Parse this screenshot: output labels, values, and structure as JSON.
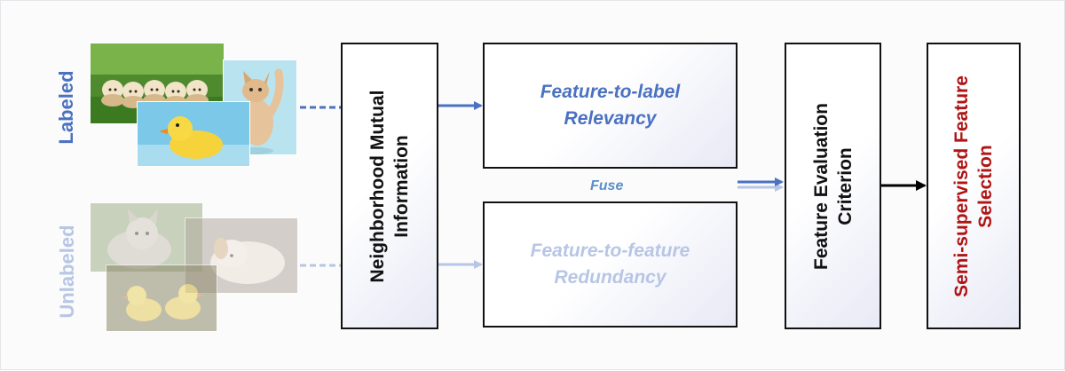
{
  "inputs": {
    "labeled_label": "Labeled",
    "unlabeled_label": "Unlabeled"
  },
  "images": {
    "labeled": [
      "puppies-photo",
      "kitten-photo",
      "duckling-photo"
    ],
    "unlabeled": [
      "kitten-photo",
      "puppy-photo",
      "ducklings-photo"
    ]
  },
  "boxes": {
    "nmi_line1": "Neighborhood Mutual",
    "nmi_line2": "Information",
    "relevancy_line1": "Feature-to-label",
    "relevancy_line2": "Relevancy",
    "redundancy_line1": "Feature-to-feature",
    "redundancy_line2": "Redundancy",
    "fuse_label": "Fuse",
    "criterion_line1": "Feature Evaluation",
    "criterion_line2": "Criterion",
    "selection_line1": "Semi-supervised Feature",
    "selection_line2": "Selection"
  },
  "colors": {
    "labeled": "#4a72c0",
    "unlabeled": "#b7c6e4",
    "fuse": "#5b8fc9",
    "selection": "#b01515",
    "border": "#111111"
  }
}
